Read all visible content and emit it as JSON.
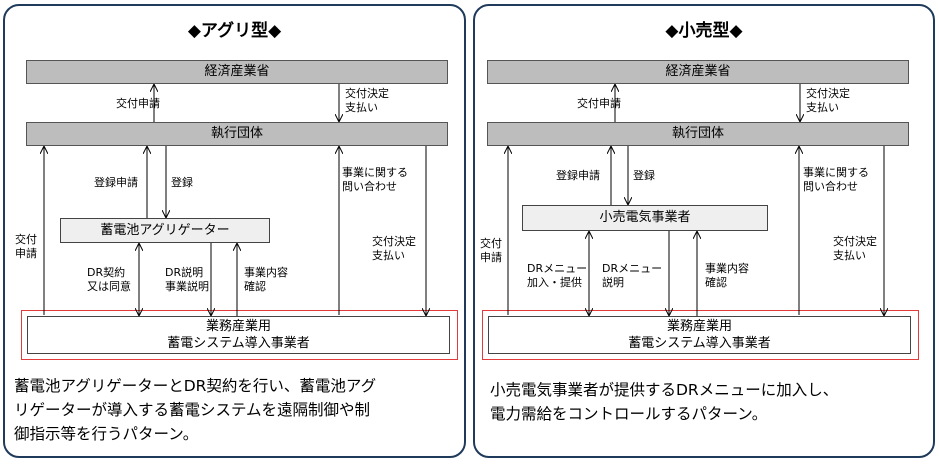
{
  "left": {
    "title": "◆アグリ型◆",
    "ministry": "経済産業省",
    "executor": "執行団体",
    "middle_entity": "蓄電池アグリゲーター",
    "bottom_line1": "業務産業用",
    "bottom_line2": "蓄電システム導入事業者",
    "labels": {
      "grant_apply": "交付申請",
      "grant_decision": "交付決定\n支払い",
      "reg_apply": "登録申請",
      "register": "登録",
      "inquiry": "事業に関する\n問い合わせ",
      "side_apply": "交付\n申請",
      "side_decision": "交付決定\n支払い",
      "contract": "DR契約\n又は同意",
      "explain": "DR説明\n事業説明",
      "confirm": "事業内容\n確認"
    },
    "description": "蓄電池アグリゲーターとDR契約を行い、蓄電池アグ\nリゲーターが導入する蓄電システムを遠隔制御や制\n御指示等を行うパターン。"
  },
  "right": {
    "title": "◆小売型◆",
    "ministry": "経済産業省",
    "executor": "執行団体",
    "middle_entity": "小売電気事業者",
    "bottom_line1": "業務産業用",
    "bottom_line2": "蓄電システム導入事業者",
    "labels": {
      "grant_apply": "交付申請",
      "grant_decision": "交付決定\n支払い",
      "reg_apply": "登録申請",
      "register": "登録",
      "inquiry": "事業に関する\n問い合わせ",
      "side_apply": "交付\n申請",
      "side_decision": "交付決定\n支払い",
      "menu": "DRメニュー\n加入・提供",
      "explain": "DRメニュー\n説明",
      "confirm": "事業内容\n確認"
    },
    "description": "小売電気事業者が提供するDRメニューに加入し、\n電力需給をコントロールするパターン。"
  }
}
